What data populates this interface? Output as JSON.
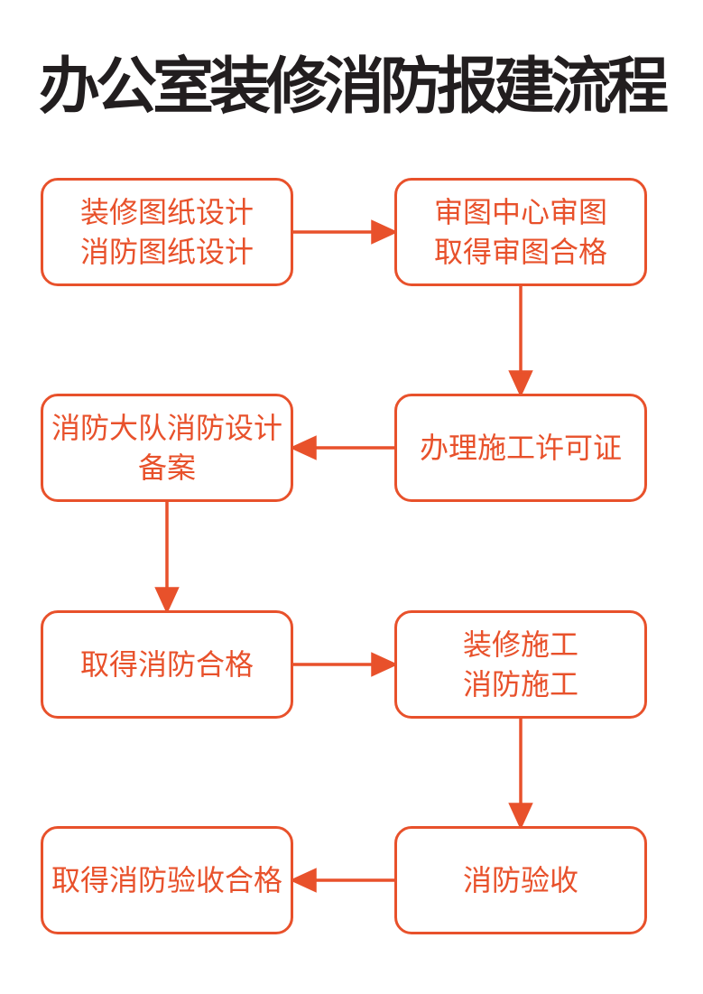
{
  "page": {
    "title": "办公室装修消防报建流程",
    "background_color": "#ffffff",
    "title_color": "#221e1f",
    "accent_color": "#e8512b"
  },
  "flowchart": {
    "nodes": [
      {
        "id": "design",
        "text": "装修图纸设计\n消防图纸设计"
      },
      {
        "id": "review",
        "text": "审图中心审图\n取得审图合格"
      },
      {
        "id": "permit",
        "text": "办理施工许可证"
      },
      {
        "id": "filing",
        "text": "消防大队消防设计\n备案"
      },
      {
        "id": "pass",
        "text": "取得消防合格"
      },
      {
        "id": "construction",
        "text": "装修施工\n消防施工"
      },
      {
        "id": "acceptance",
        "text": "消防验收"
      },
      {
        "id": "acceptance_pass",
        "text": "取得消防验收合格"
      }
    ],
    "edges": [
      {
        "from": "design",
        "to": "review",
        "direction": "right"
      },
      {
        "from": "review",
        "to": "permit",
        "direction": "down"
      },
      {
        "from": "permit",
        "to": "filing",
        "direction": "left"
      },
      {
        "from": "filing",
        "to": "pass",
        "direction": "down"
      },
      {
        "from": "pass",
        "to": "construction",
        "direction": "right"
      },
      {
        "from": "construction",
        "to": "acceptance",
        "direction": "down"
      },
      {
        "from": "acceptance",
        "to": "acceptance_pass",
        "direction": "left"
      }
    ]
  }
}
